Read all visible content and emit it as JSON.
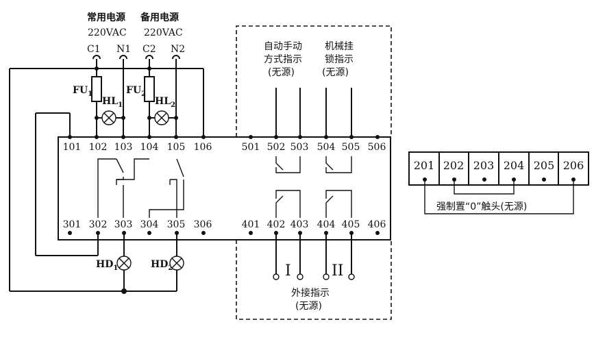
{
  "power": {
    "main_label": "常用电源",
    "backup_label": "备用电源",
    "main_voltage": "220VAC",
    "backup_voltage": "220VAC",
    "c1": "C1",
    "n1": "N1",
    "c2": "C2",
    "n2": "N2"
  },
  "components": {
    "fu1": "FU",
    "fu1_sub": "1",
    "fu2": "FU",
    "fu2_sub": "2",
    "hl1": "HL",
    "hl1_sub": "1",
    "hl2": "HL",
    "hl2_sub": "2",
    "hd1": "HD",
    "hd1_sub": "1",
    "hd2": "HD",
    "hd2_sub": "2"
  },
  "terminals": {
    "top_left": [
      "101",
      "102",
      "103",
      "104",
      "105",
      "106"
    ],
    "top_right": [
      "501",
      "502",
      "503",
      "504",
      "505",
      "506"
    ],
    "bottom_left": [
      "301",
      "302",
      "303",
      "304",
      "305",
      "306"
    ],
    "bottom_right": [
      "401",
      "402",
      "403",
      "404",
      "405",
      "406"
    ],
    "side_box": [
      "201",
      "202",
      "203",
      "204",
      "205",
      "206"
    ]
  },
  "labels": {
    "auto_manual_line1": "自动手动",
    "auto_manual_line2": "方式指示",
    "auto_manual_line3": "(无源)",
    "mech_lock_line1": "机械挂",
    "mech_lock_line2": "锁指示",
    "mech_lock_line3": "(无源)",
    "external_line1": "外接指示",
    "external_line2": "(无源)",
    "roman_1": "I",
    "roman_2": "II",
    "force_zero": "强制置“0”触头(无源)"
  }
}
